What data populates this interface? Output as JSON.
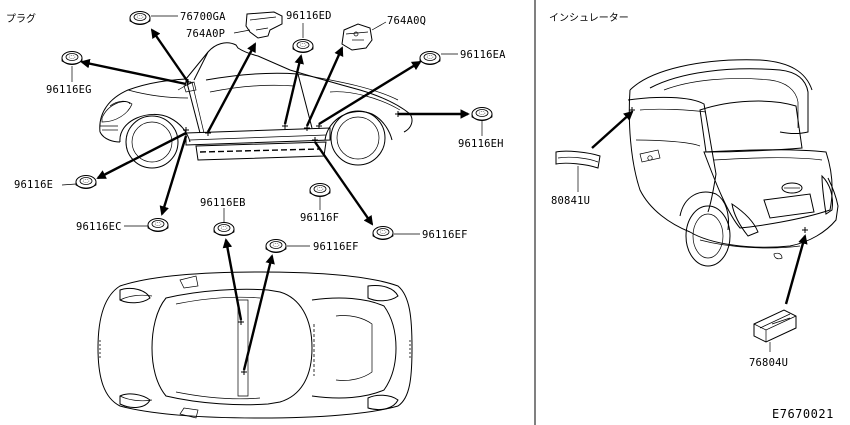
{
  "sections": {
    "left_title": "プラグ",
    "right_title": "インシュレーター"
  },
  "labels": {
    "p76700GA": "76700GA",
    "p764A0P": "764A0P",
    "p96116ED": "96116ED",
    "p764A0Q": "764A0Q",
    "p96116EA": "96116EA",
    "p96116EG": "96116EG",
    "p96116EH": "96116EH",
    "p96116E": "96116E",
    "p96116EC": "96116EC",
    "p96116F": "96116F",
    "p96116EF_a": "96116EF",
    "p96116EB": "96116EB",
    "p96116EF_b": "96116EF",
    "p80841U": "80841U",
    "p76804U": "76804U"
  },
  "diagram_ref": "E7670021"
}
